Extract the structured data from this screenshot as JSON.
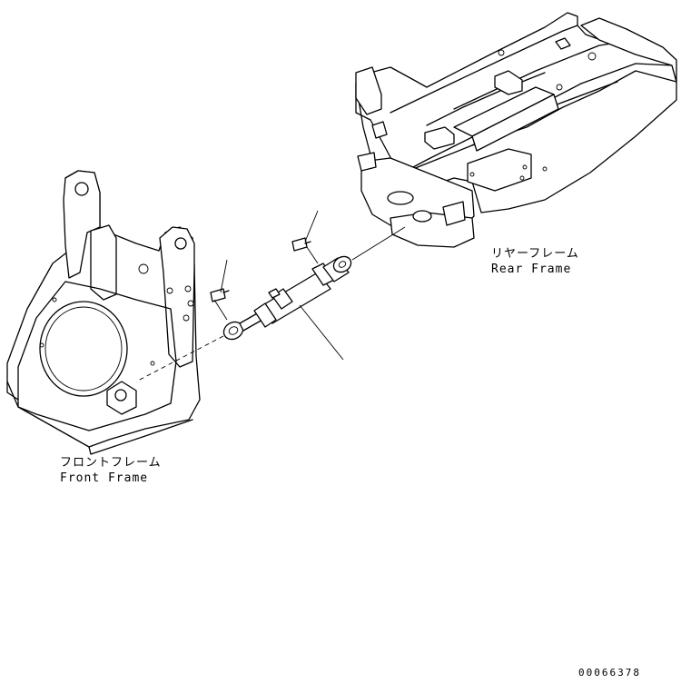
{
  "labels": {
    "rear_frame_jp": "リヤーフレーム",
    "rear_frame_en": "Rear Frame",
    "front_frame_jp": "フロントフレーム",
    "front_frame_en": "Front Frame"
  },
  "document_id": "00066378",
  "colors": {
    "line": "#000000",
    "background": "#ffffff"
  }
}
